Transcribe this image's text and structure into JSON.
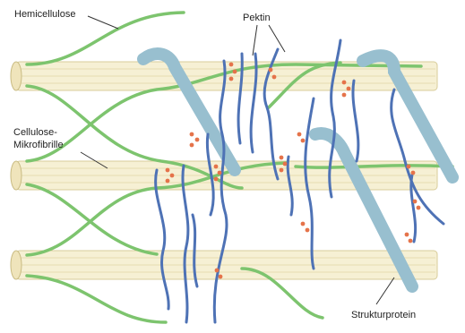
{
  "labels": {
    "hemicellulose": "Hemicellulose",
    "pektin": "Pektin",
    "cellulose_line1": "Cellulose-",
    "cellulose_line2": "Mikrofibrille",
    "strukturprotein": "Strukturprotein"
  },
  "colors": {
    "background": "#ffffff",
    "microfibril": "#f6f0d4",
    "microfibril_edge": "#d8cc9a",
    "hemicellulose": "#7dc46e",
    "pektin": "#4e72b5",
    "strukturprotein": "#98bfcf",
    "calcium": "#e5734a",
    "leader_line": "#333333"
  }
}
